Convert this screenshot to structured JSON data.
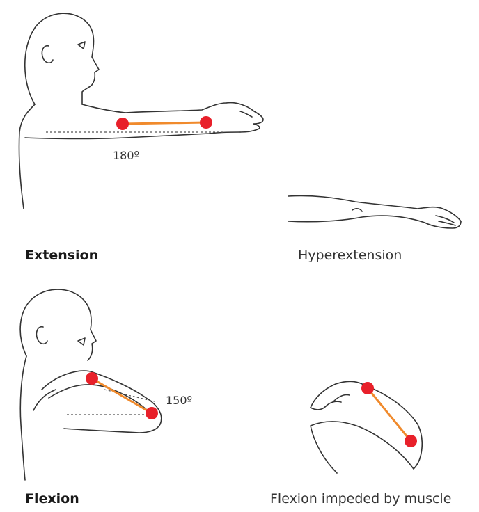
{
  "panels": {
    "extension": {
      "label": "Extension",
      "angle": "180º"
    },
    "hyperextension": {
      "label": "Hyperextension"
    },
    "flexion": {
      "label": "Flexion",
      "angle": "150º"
    },
    "flexion_impeded": {
      "label": "Flexion impeded by muscle"
    }
  },
  "colors": {
    "joint_marker": "#e8202a",
    "segment_line": "#f08a2c",
    "outline": "#333333",
    "background": "#ffffff"
  }
}
